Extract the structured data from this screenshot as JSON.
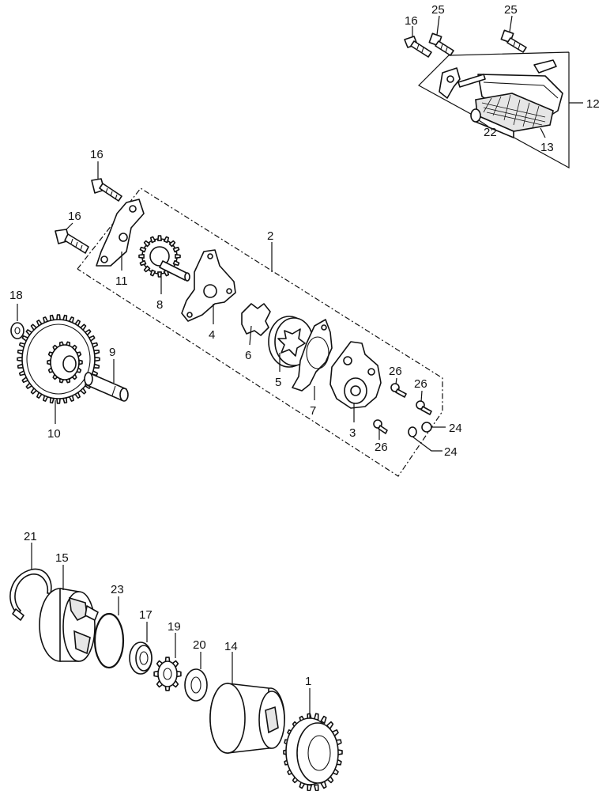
{
  "callouts": [
    {
      "id": "c1",
      "text": "1"
    },
    {
      "id": "c2",
      "text": "2"
    },
    {
      "id": "c3",
      "text": "3"
    },
    {
      "id": "c4",
      "text": "4"
    },
    {
      "id": "c5",
      "text": "5"
    },
    {
      "id": "c6",
      "text": "6"
    },
    {
      "id": "c7",
      "text": "7"
    },
    {
      "id": "c8",
      "text": "8"
    },
    {
      "id": "c9",
      "text": "9"
    },
    {
      "id": "c10",
      "text": "10"
    },
    {
      "id": "c11",
      "text": "11"
    },
    {
      "id": "c12",
      "text": "12"
    },
    {
      "id": "c13",
      "text": "13"
    },
    {
      "id": "c14",
      "text": "14"
    },
    {
      "id": "c15",
      "text": "15"
    },
    {
      "id": "c16a",
      "text": "16"
    },
    {
      "id": "c16b",
      "text": "16"
    },
    {
      "id": "c16c",
      "text": "16"
    },
    {
      "id": "c17",
      "text": "17"
    },
    {
      "id": "c18",
      "text": "18"
    },
    {
      "id": "c19",
      "text": "19"
    },
    {
      "id": "c20",
      "text": "20"
    },
    {
      "id": "c21",
      "text": "21"
    },
    {
      "id": "c22",
      "text": "22"
    },
    {
      "id": "c23",
      "text": "23"
    },
    {
      "id": "c24a",
      "text": "24"
    },
    {
      "id": "c24b",
      "text": "24"
    },
    {
      "id": "c25a",
      "text": "25"
    },
    {
      "id": "c25b",
      "text": "25"
    },
    {
      "id": "c26a",
      "text": "26"
    },
    {
      "id": "c26b",
      "text": "26"
    },
    {
      "id": "c26c",
      "text": "26"
    }
  ]
}
